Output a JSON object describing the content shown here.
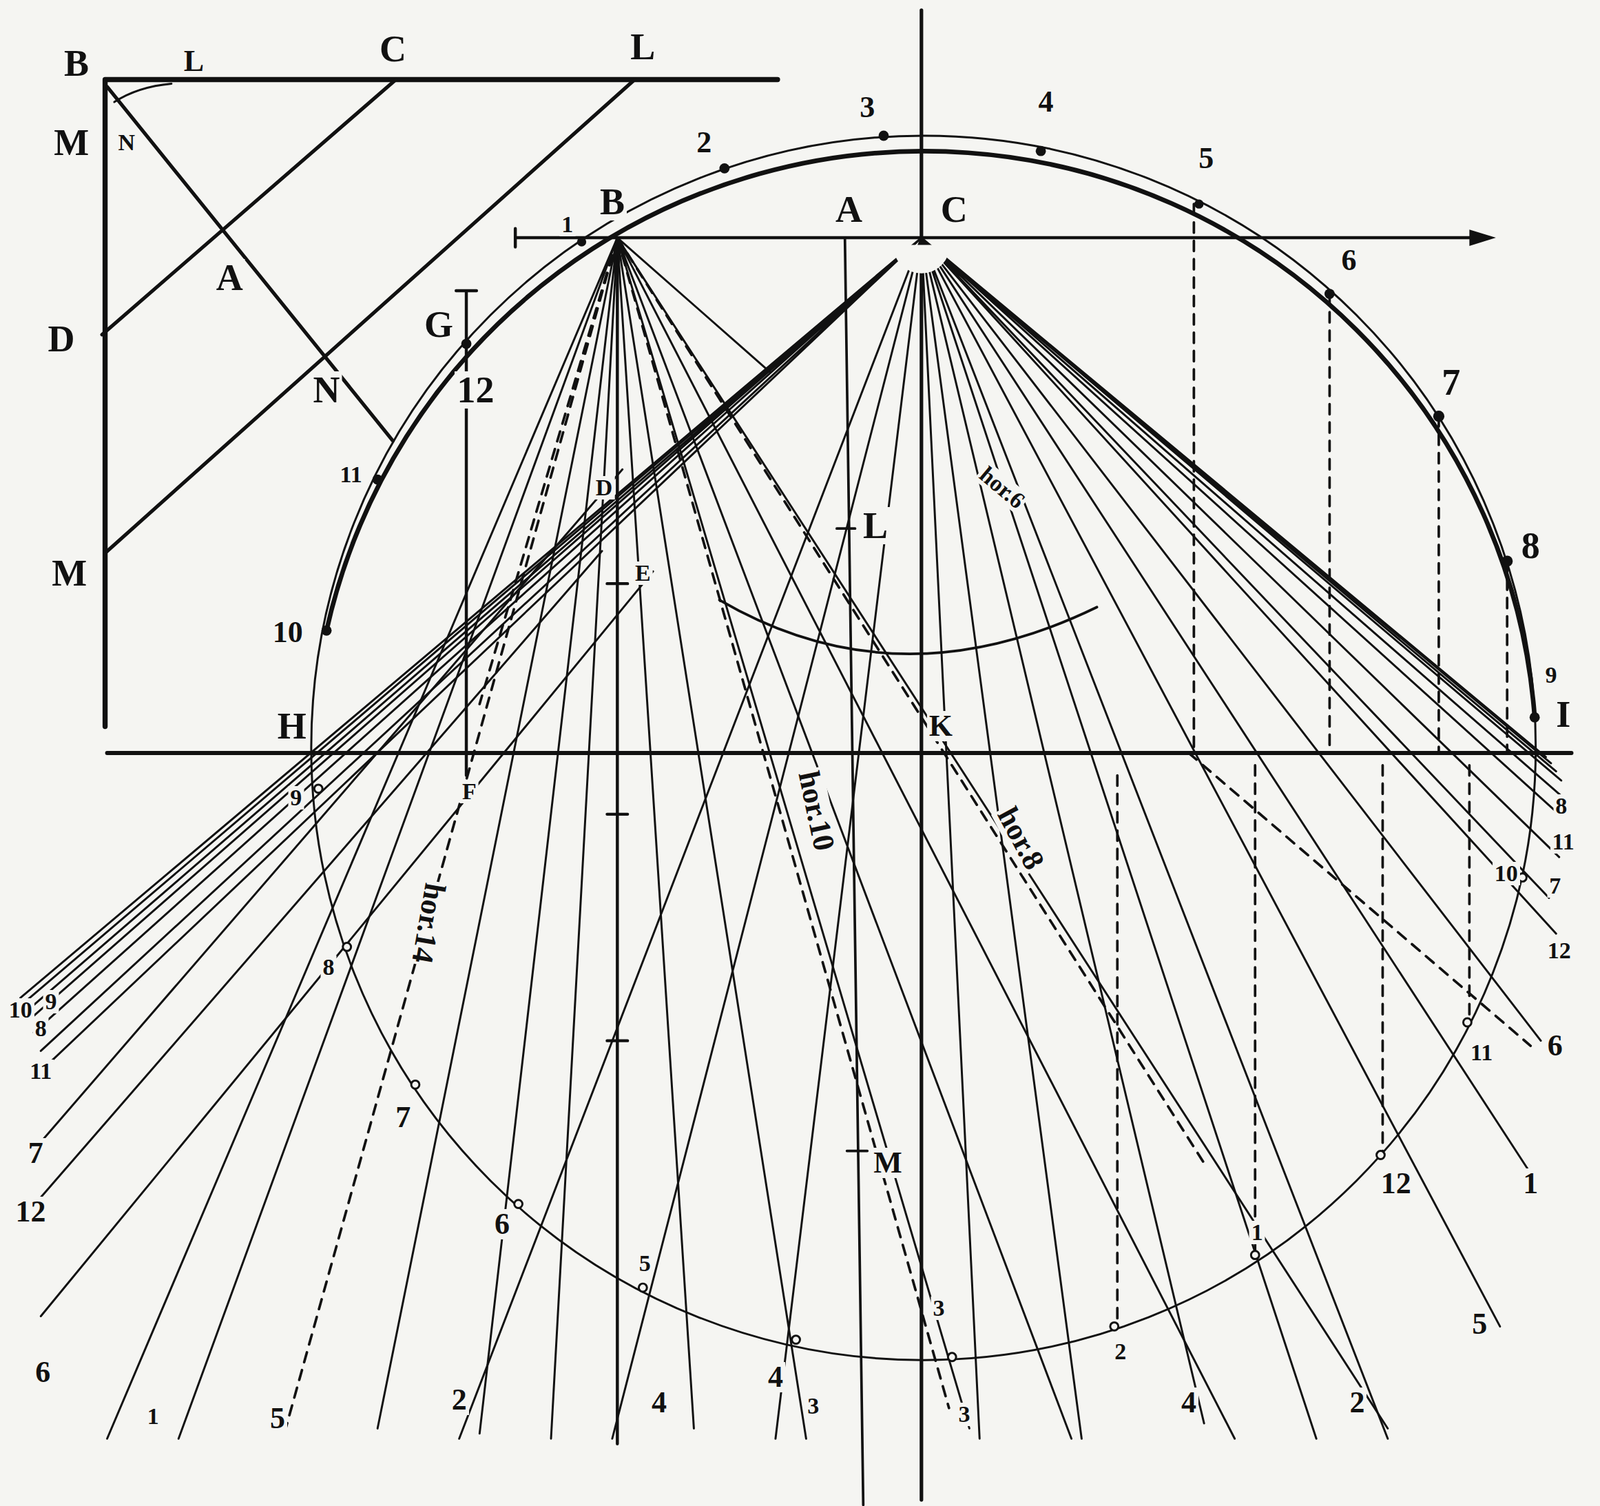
{
  "diagram": {
    "labels": [
      "B",
      "L",
      "C",
      "L",
      "M",
      "N",
      "A",
      "D",
      "N",
      "M",
      "1",
      "B",
      "2",
      "3",
      "4",
      "5",
      "A",
      "C",
      "6",
      "7",
      "8",
      "9",
      "I",
      "G",
      "12",
      "11",
      "10",
      "D",
      "L",
      "E",
      "hor.6",
      "H",
      "K",
      "F",
      "9",
      "8",
      "7",
      "6",
      "5",
      "4",
      "3",
      "3",
      "3",
      "2",
      "1",
      "12",
      "11",
      "10",
      "8",
      "11",
      "7",
      "12",
      "6",
      "1",
      "5",
      "10",
      "9",
      "8",
      "11",
      "7",
      "12",
      "6",
      "1",
      "5",
      "2",
      "4",
      "4",
      "2",
      "M",
      "hor.14",
      "hor.10",
      "hor.8"
    ]
  }
}
